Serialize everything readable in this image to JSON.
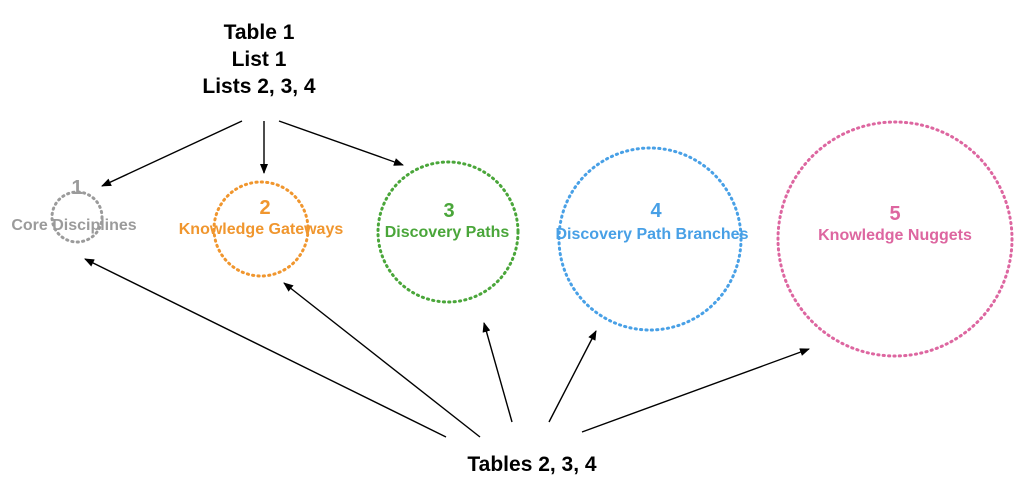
{
  "sources": {
    "top": {
      "lines": [
        "Table 1",
        "List 1",
        "Lists 2, 3, 4"
      ]
    },
    "bottom": {
      "label": "Tables 2, 3, 4"
    }
  },
  "levels": [
    {
      "number": "1",
      "name": "Core Disciplines",
      "color": "#9b9b9b"
    },
    {
      "number": "2",
      "name": "Knowledge Gateways",
      "color": "#f0962e"
    },
    {
      "number": "3",
      "name": "Discovery Paths",
      "color": "#4aa63a"
    },
    {
      "number": "4",
      "name": "Discovery Path Branches",
      "color": "#48a0e6"
    },
    {
      "number": "5",
      "name": "Knowledge Nuggets",
      "color": "#dd66a0"
    }
  ],
  "edges": [
    {
      "from": "top",
      "to": "1"
    },
    {
      "from": "top",
      "to": "2"
    },
    {
      "from": "top",
      "to": "3"
    },
    {
      "from": "bottom",
      "to": "1"
    },
    {
      "from": "bottom",
      "to": "2"
    },
    {
      "from": "bottom",
      "to": "3"
    },
    {
      "from": "bottom",
      "to": "4"
    },
    {
      "from": "bottom",
      "to": "5"
    }
  ]
}
